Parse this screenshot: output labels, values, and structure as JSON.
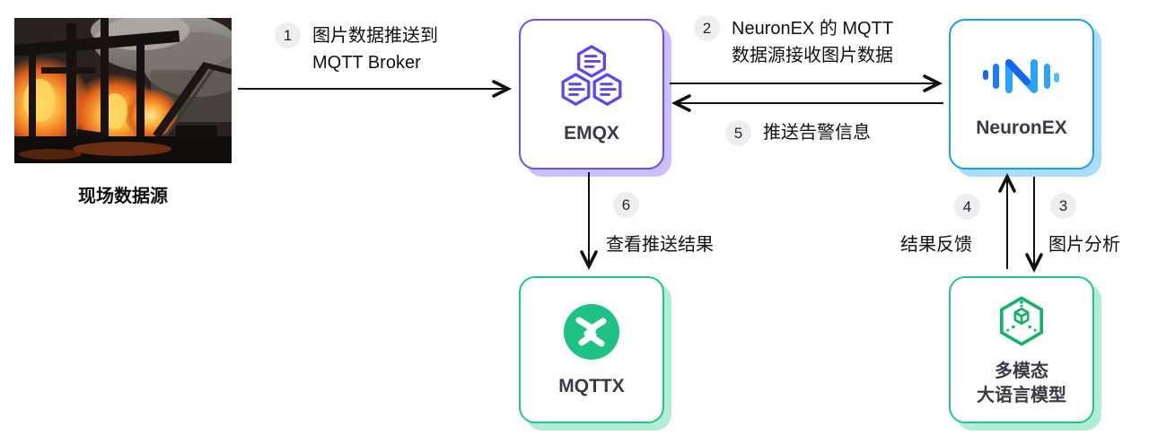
{
  "source": {
    "caption": "现场数据源",
    "photo": "industrial-fire-scene-photo"
  },
  "nodes": {
    "emqx": {
      "label": "EMQX",
      "icon": "hexagon-cluster-icon"
    },
    "neuronex": {
      "label": "NeuronEX",
      "icon": "neuronex-n-icon"
    },
    "mqttx": {
      "label": "MQTTX",
      "icon": "mqttx-circle-x-icon"
    },
    "llm": {
      "line1": "多模态",
      "line2": "大语言模型",
      "icon": "cube-model-icon"
    }
  },
  "steps": {
    "s1": {
      "num": "1",
      "line1": "图片数据推送到",
      "line2": "MQTT Broker"
    },
    "s2": {
      "num": "2",
      "line1": "NeuronEX 的 MQTT",
      "line2": "数据源接收图片数据"
    },
    "s3": {
      "num": "3",
      "text": "图片分析"
    },
    "s4": {
      "num": "4",
      "text": "结果反馈"
    },
    "s5": {
      "num": "5",
      "text": "推送告警信息"
    },
    "s6": {
      "num": "6",
      "text": "查看推送结果"
    }
  },
  "colors": {
    "emqx_purple": "#6C4DF6",
    "emqx_shadow": "#CBC0FA",
    "neuron_blue": "#1B9DF2",
    "neuron_shadow": "#A9DDF9",
    "green_border": "#22C48B",
    "green_shadow": "#B2EDD6",
    "mqttx_green": "#1EC285",
    "llm_green": "#17B26A",
    "arrow_black": "#111111",
    "badge_gray": "#EEEEF1"
  }
}
